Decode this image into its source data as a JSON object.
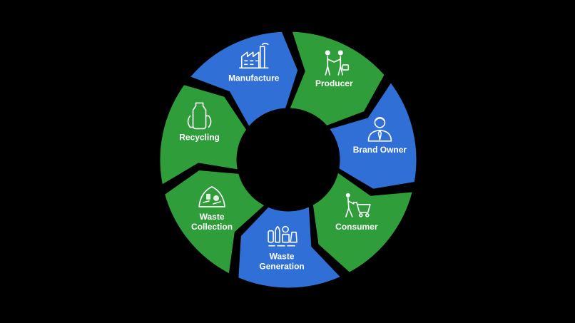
{
  "diagram": {
    "center_title": "",
    "colors": {
      "blue": "#2f6fd6",
      "green": "#2f9e3a",
      "background": "#000000",
      "center": "#000000"
    },
    "segments": [
      {
        "label_lines": [
          "Manufacture"
        ],
        "color": "blue",
        "icon": "factory-icon"
      },
      {
        "label_lines": [
          "Producer"
        ],
        "color": "green",
        "icon": "handshake-icon"
      },
      {
        "label_lines": [
          "Brand Owner"
        ],
        "color": "blue",
        "icon": "businessman-icon"
      },
      {
        "label_lines": [
          "Consumer"
        ],
        "color": "green",
        "icon": "shopping-cart-icon"
      },
      {
        "label_lines": [
          "Waste",
          "Generation"
        ],
        "color": "blue",
        "icon": "waste-items-icon"
      },
      {
        "label_lines": [
          "Waste",
          "Collection"
        ],
        "color": "green",
        "icon": "waste-pile-icon"
      },
      {
        "label_lines": [
          "Recycling"
        ],
        "color": "green",
        "icon": "recycle-bottle-icon"
      }
    ]
  }
}
